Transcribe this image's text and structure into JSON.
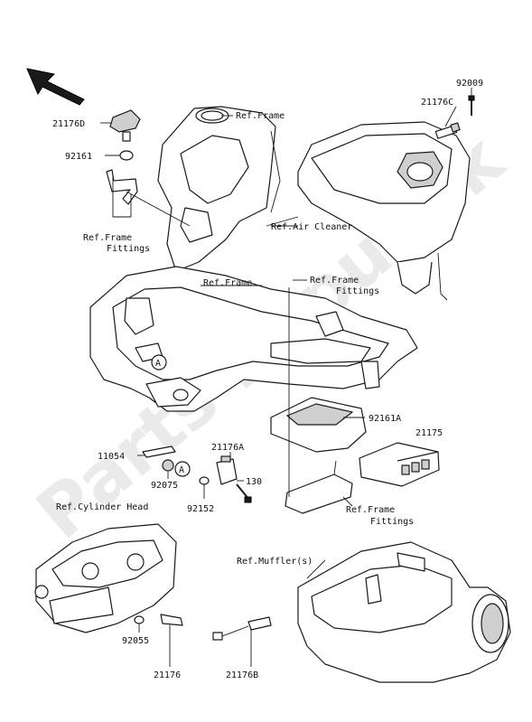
{
  "watermark": "Parts Republik",
  "parts": {
    "p92009": "92009",
    "p21176C": "21176C",
    "p21176D": "21176D",
    "p92161": "92161",
    "p92161A": "92161A",
    "p21175": "21175",
    "p11054": "11054",
    "p21176A": "21176A",
    "p130": "130",
    "p92075": "92075",
    "p92152": "92152",
    "p92055": "92055",
    "p21176": "21176",
    "p21176B": "21176B"
  },
  "refs": {
    "frame_top": "Ref.Frame",
    "frame_mid": "Ref.Frame",
    "air_cleaner": "Ref.Air Cleaner",
    "frame_fittings_left_1": "Ref.Frame",
    "frame_fittings_left_2": "Fittings",
    "frame_fittings_mid_1": "Ref.Frame",
    "frame_fittings_mid_2": "Fittings",
    "frame_fittings_low_1": "Ref.Frame",
    "frame_fittings_low_2": "Fittings",
    "cylinder_head": "Ref.Cylinder Head",
    "muffler": "Ref.Muffler(s)"
  },
  "markers": {
    "a1": "A",
    "a2": "A"
  }
}
